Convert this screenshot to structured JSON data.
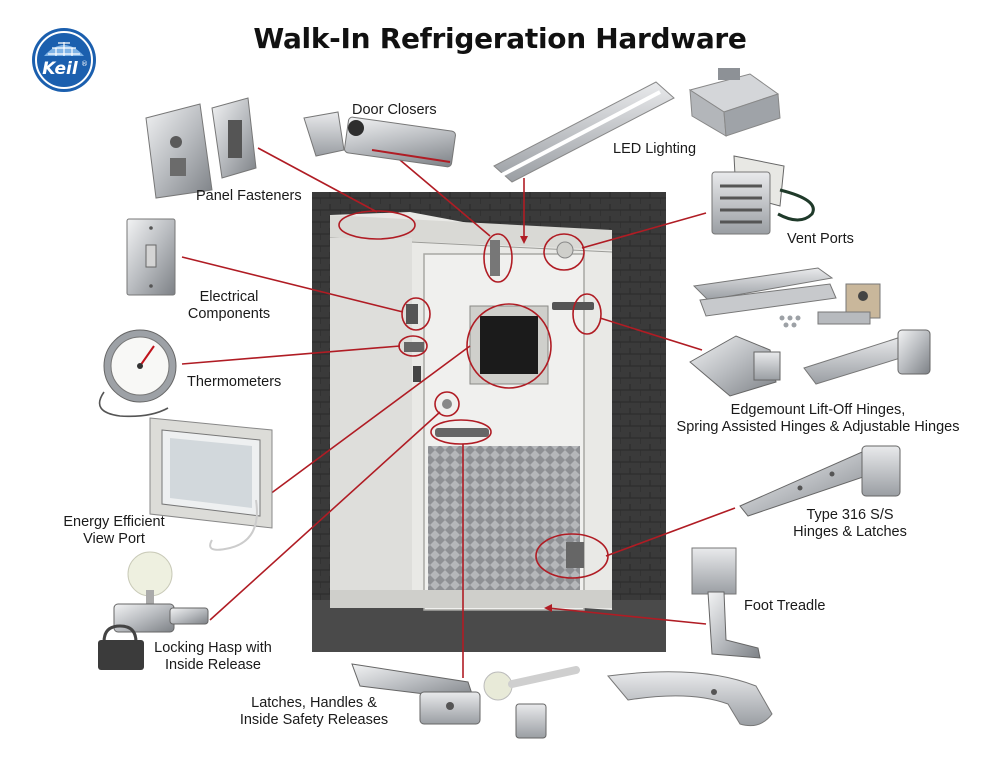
{
  "title": "Walk-In Refrigeration Hardware",
  "logo": {
    "text": "Keil",
    "registered": "®",
    "brand_color": "#1b5fae"
  },
  "colors": {
    "callout_red": "#b01c24",
    "steel": "#b9bcc0",
    "photo_bg": "#2a2a2a"
  },
  "labels": {
    "door_closers": "Door Closers",
    "led_lighting": "LED Lighting",
    "panel_fasteners": "Panel Fasteners",
    "vent_ports": "Vent Ports",
    "electrical_1": "Electrical",
    "electrical_2": "Components",
    "thermometers": "Thermometers",
    "hinges_1": "Edgemount Lift-Off Hinges,",
    "hinges_2": "Spring Assisted Hinges & Adjustable Hinges",
    "view_port_1": "Energy Efficient",
    "view_port_2": "View Port",
    "type316_1": "Type 316 S/S",
    "type316_2": "Hinges & Latches",
    "foot_treadle": "Foot Treadle",
    "hasp_1": "Locking Hasp with",
    "hasp_2": "Inside Release",
    "latches_1": "Latches, Handles &",
    "latches_2": "Inside Safety Releases"
  }
}
